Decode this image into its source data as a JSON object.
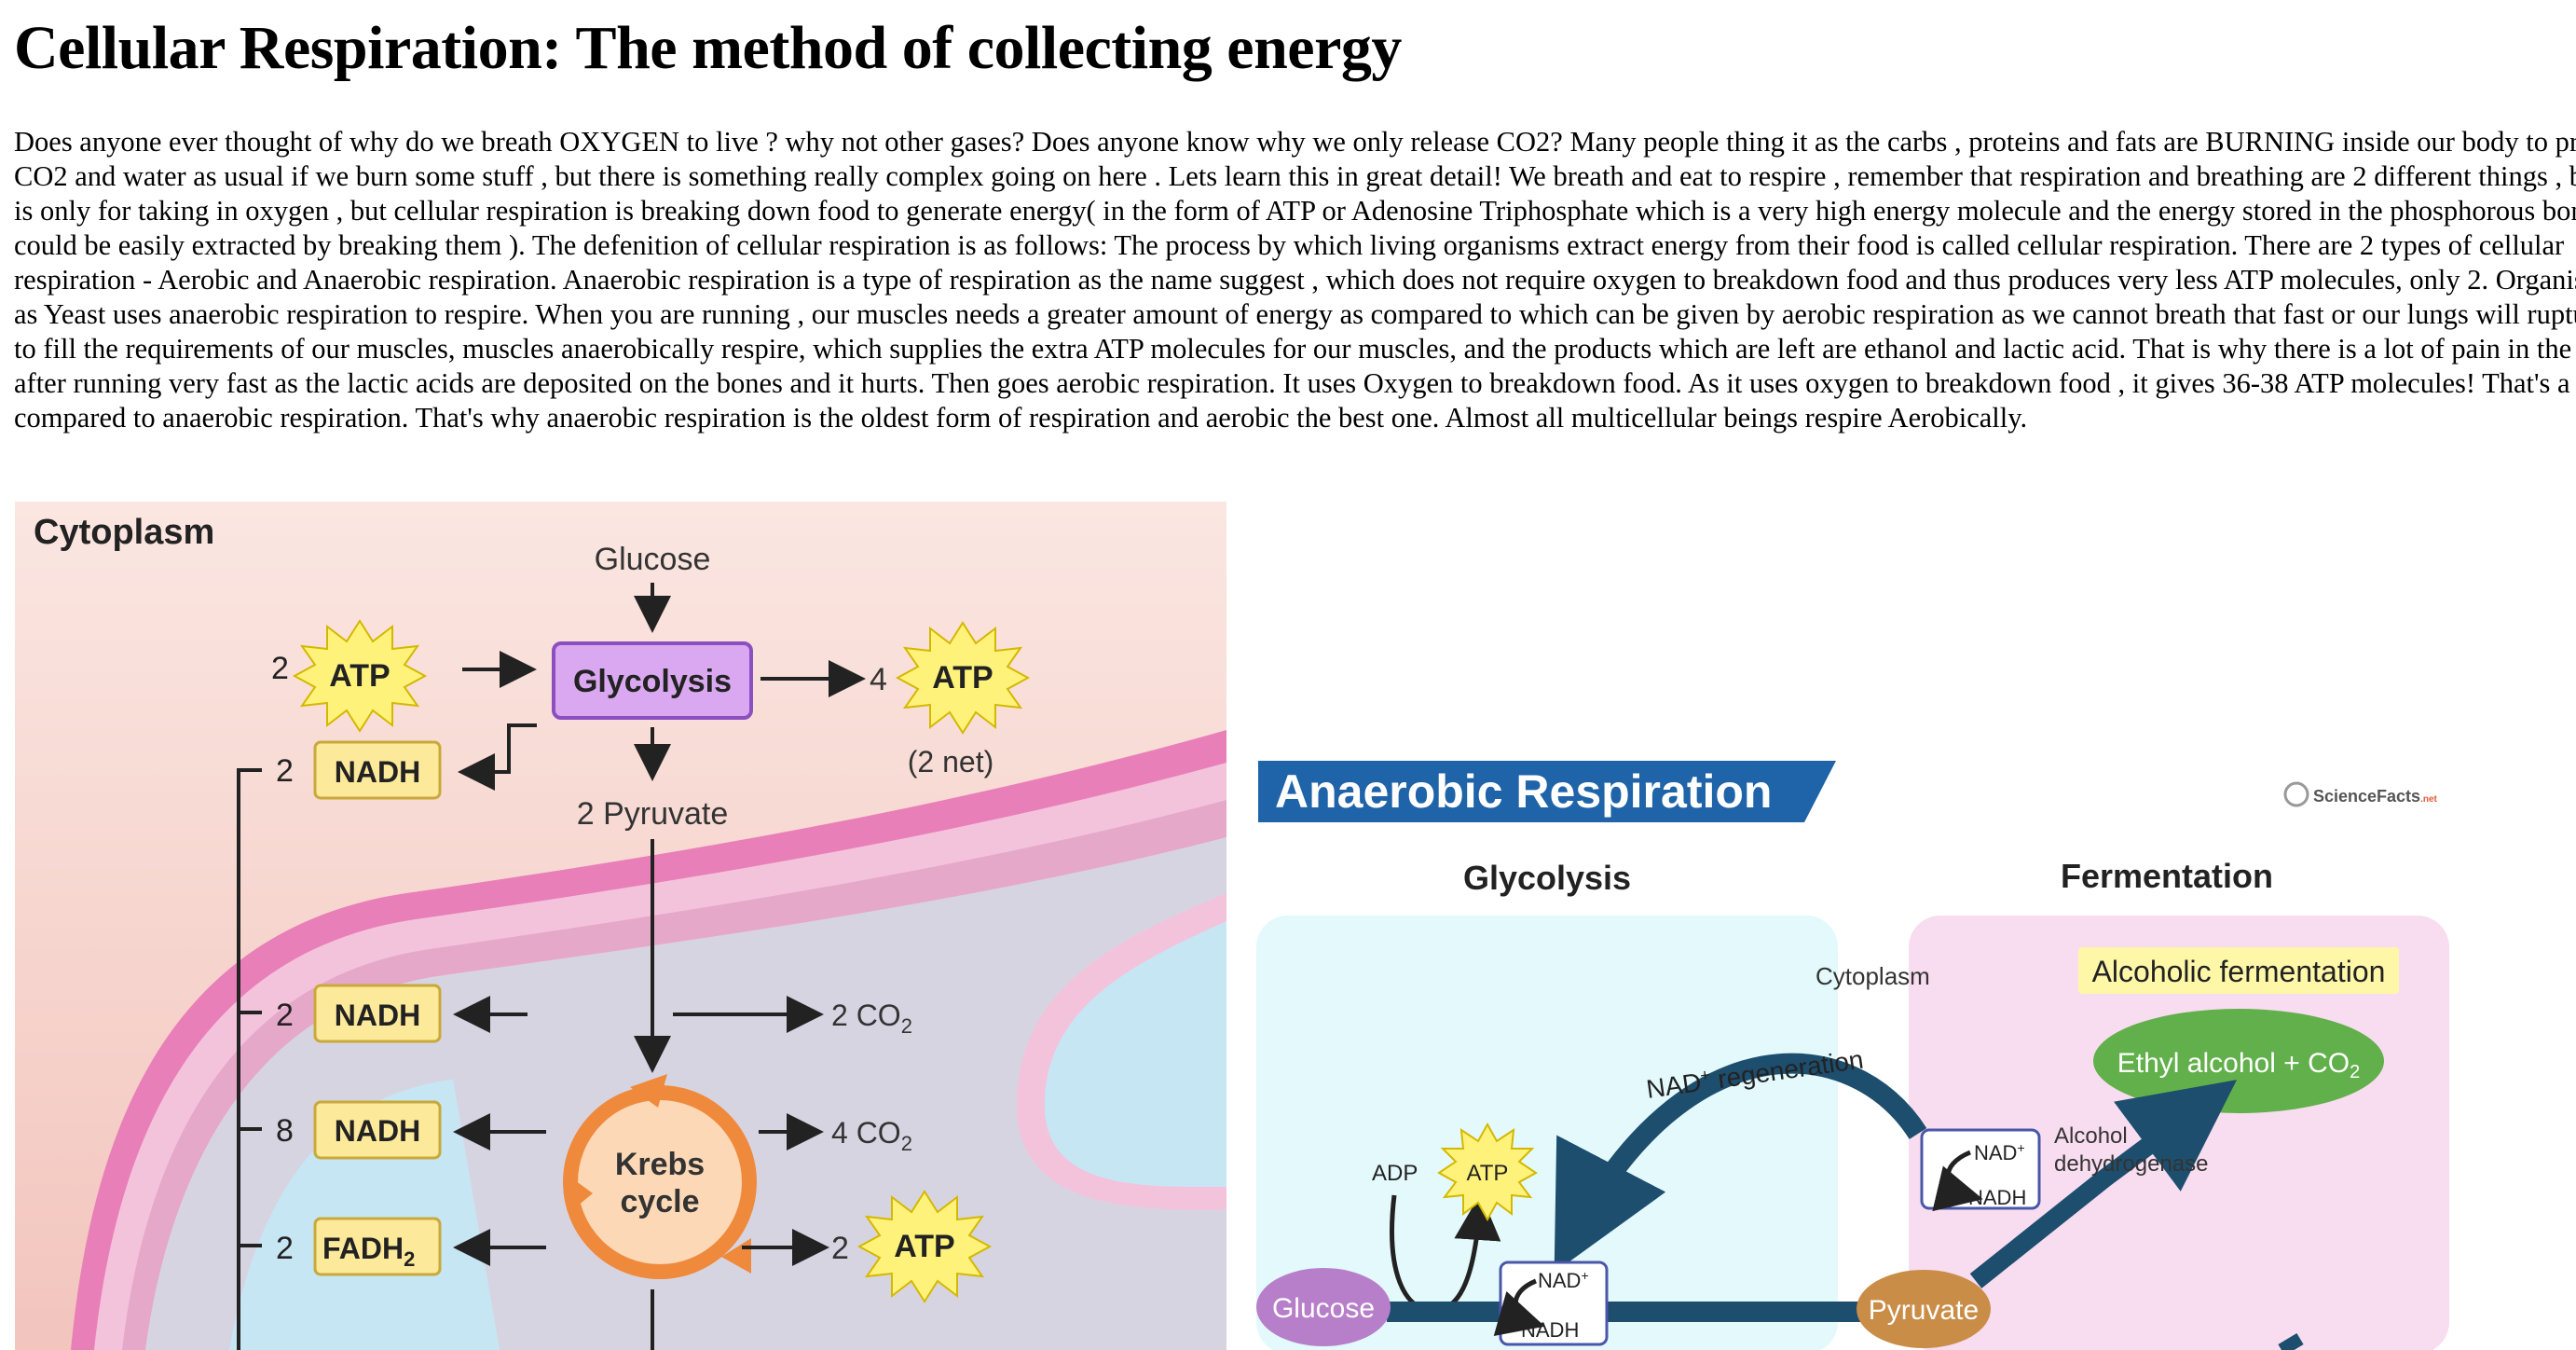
{
  "page": {
    "title": "Cellular Respiration: The method of collecting energy",
    "paragraph": "Does anyone ever thought of why do we breath OXYGEN to live ? why not other gases? Does anyone know why we only release CO2? Many people thing it as the carbs , proteins and fats are BURNING inside our body to produce CO2 and water as usual if we burn some stuff , but there is something really complex going on here . Lets learn this in great detail! We breath and eat to respire , remember that respiration and breathing are 2 different things , breathing is only for taking in oxygen , but cellular respiration is breaking down food to generate energy( in the form of ATP or Adenosine Triphosphate which is a very high energy molecule and the energy stored in the phosphorous bonds could be easily extracted by breaking them ). The defenition of cellular respiration is as follows: The process by which living organisms extract energy from their food is called cellular respiration. There are 2 types of cellular respiration - Aerobic and Anaerobic respiration. Anaerobic respiration is a type of respiration as the name suggest , which does not require oxygen to breakdown food and thus produces very less ATP molecules, only 2. Organisms such as Yeast uses anaerobic respiration to respire. When you are running , our muscles needs a greater amount of energy as compared to which can be given by aerobic respiration as we cannot breath that fast or our lungs will rupture , so to fill the requirements of our muscles, muscles anaerobically respire, which supplies the extra ATP molecules for our muscles, and the products which are left are ethanol and lactic acid. That is why there is a lot of pain in the joints after running very fast as the lactic acids are deposited on the bones and it hurts. Then goes aerobic respiration. It uses Oxygen to breakdown food. As it uses oxygen to breakdown food , it gives 36-38 ATP molecules! That's a lot as compared to anaerobic respiration. That's why anaerobic respiration is the oldest form of respiration and aerobic the best one. Almost all multicellular beings respire Aerobically."
  },
  "figure1": {
    "cytoplasm": "Cytoplasm",
    "glucose": "Glucose",
    "glycolysis": "Glycolysis",
    "atp": "ATP",
    "nadh": "NADH",
    "fadh": "FADH",
    "fadh_sub": "2",
    "num_2": "2",
    "num_4": "4",
    "num_8": "8",
    "net": "(2 net)",
    "pyruvate": "2 Pyruvate",
    "krebs_line1": "Krebs",
    "krebs_line2": "cycle",
    "co2_a": "2 CO",
    "co2_b": "4 CO",
    "co2_sub": "2",
    "colors": {
      "atp_fill": "#fff27a",
      "nadh_fill": "#fde99a",
      "glycolysis_fill": "#d9a8f0",
      "krebs": "#ef8a3c"
    }
  },
  "figure2": {
    "title": "Anaerobic Respiration",
    "brand": "ScienceFacts",
    "brand_suffix": ".net",
    "glycolysis": "Glycolysis",
    "fermentation": "Fermentation",
    "cytoplasm": "Cytoplasm",
    "alcoholic": "Alcoholic fermentation",
    "ethyl": "Ethyl alcohol + CO",
    "ethyl_sub": "2",
    "nad_regen": "NAD",
    "nad_regen_sup": "+",
    "nad_regen_word": " regeneration",
    "adp": "ADP",
    "atp": "ATP",
    "nad": "NAD",
    "nad_sup": "+",
    "nadh": "NADH",
    "alcohol": "Alcohol",
    "dehydrogenase": "dehydrogenase",
    "glucose": "Glucose",
    "pyruvate": "Pyruvate",
    "colors": {
      "title_bar": "#1f63a8",
      "arrow": "#1d4e6e",
      "glucose": "#b77fc9",
      "pyruvate": "#c98d47",
      "ethyl": "#62b04b"
    }
  }
}
